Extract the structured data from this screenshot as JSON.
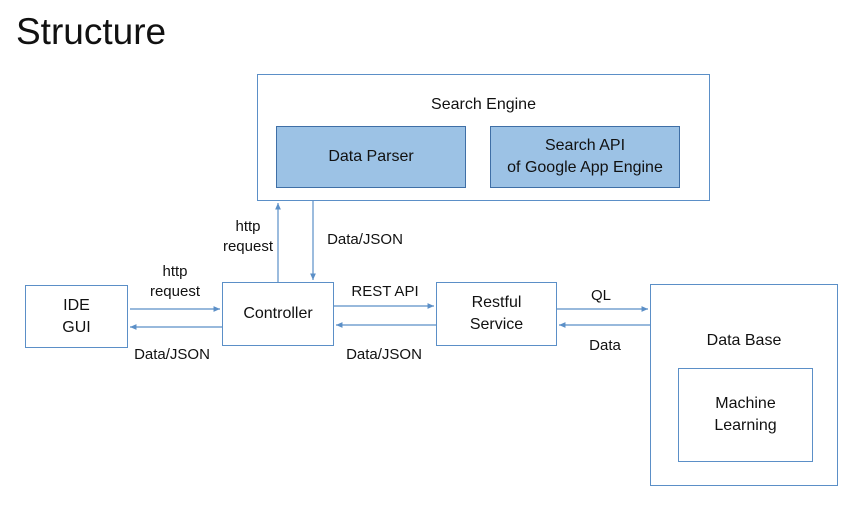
{
  "title": "Structure",
  "components": {
    "search_engine": "Search Engine",
    "data_parser": "Data Parser",
    "search_api": "Search API\nof Google App Engine",
    "ide_gui": "IDE\nGUI",
    "controller": "Controller",
    "restful_service": "Restful\nService",
    "database": "Data Base",
    "machine_learning": "Machine\nLearning"
  },
  "edges": {
    "controller_to_search": "http\nrequest",
    "search_to_controller": "Data/JSON",
    "gui_to_controller": "http\nrequest",
    "controller_to_gui": "Data/JSON",
    "controller_to_restful": "REST API",
    "restful_to_controller": "Data/JSON",
    "restful_to_db": "QL",
    "db_to_restful": "Data"
  },
  "colors": {
    "border": "#5b8fc7",
    "filled_box": "#9cc2e5",
    "arrow": "#5b8fc7"
  }
}
